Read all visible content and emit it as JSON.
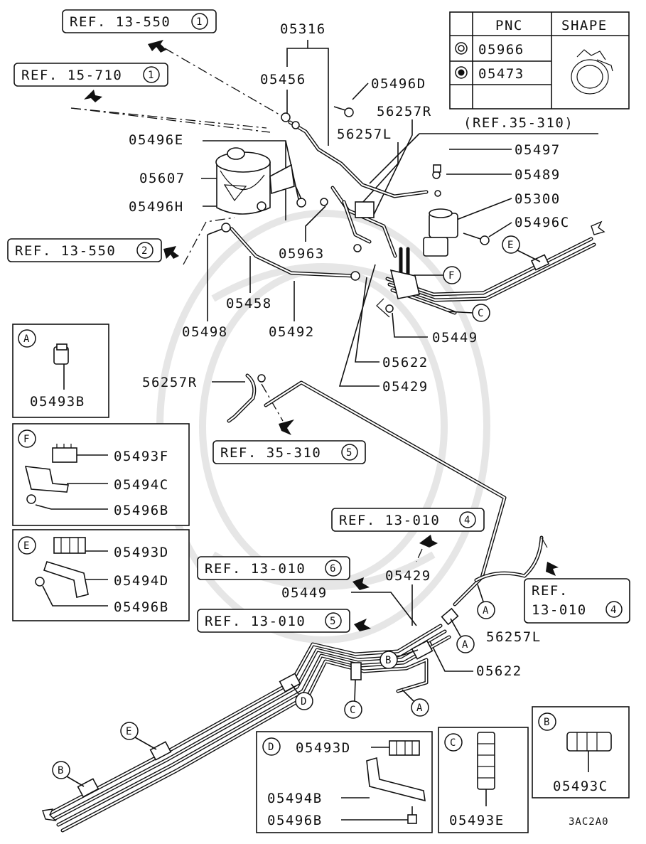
{
  "parts": {
    "p05316": "05316",
    "p05456": "05456",
    "p05496D": "05496D",
    "p56257R": "56257R",
    "p56257L": "56257L",
    "p05496E": "05496E",
    "p05497": "05497",
    "p05607": "05607",
    "p05489": "05489",
    "p05300": "05300",
    "p05496H": "05496H",
    "p05496C": "05496C",
    "p05963": "05963",
    "p05458": "05458",
    "p05498": "05498",
    "p05492": "05492",
    "p05449": "05449",
    "p05622": "05622",
    "p05429": "05429",
    "p56257R_b": "56257R",
    "p05429_b": "05429",
    "p05449_b": "05449",
    "p05622_b": "05622",
    "p56257L_b": "56257L"
  },
  "refs": {
    "r13_550_1": {
      "text": "REF. 13-550",
      "num": "1"
    },
    "r15_710_1": {
      "text": "REF. 15-710",
      "num": "1"
    },
    "r13_550_2": {
      "text": "REF. 13-550",
      "num": "2"
    },
    "r35_310_paren": "(REF.35-310)",
    "r35_310_5": {
      "text": "REF. 35-310",
      "num": "5"
    },
    "r13_010_4a": {
      "text": "REF. 13-010",
      "num": "4"
    },
    "r13_010_6": {
      "text": "REF. 13-010",
      "num": "6"
    },
    "r13_010_5": {
      "text": "REF. 13-010",
      "num": "5"
    },
    "r13_010_4b": {
      "line1": "REF.",
      "line2": "13-010",
      "num": "4"
    }
  },
  "shape_table": {
    "header_pnc": "PNC",
    "header_shape": "SHAPE",
    "rows": [
      {
        "pnc": "05966"
      },
      {
        "pnc": "05473"
      }
    ]
  },
  "callouts": {
    "A": "A",
    "B": "B",
    "C": "C",
    "D": "D",
    "E": "E",
    "F": "F"
  },
  "insets": {
    "A": {
      "letter": "A",
      "parts": [
        "05493B"
      ]
    },
    "F": {
      "letter": "F",
      "parts": [
        "05493F",
        "05494C",
        "05496B"
      ]
    },
    "E": {
      "letter": "E",
      "parts": [
        "05493D",
        "05494D",
        "05496B"
      ]
    },
    "D": {
      "letter": "D",
      "parts": [
        "05493D",
        "05494B",
        "05496B"
      ]
    },
    "C": {
      "letter": "C",
      "parts": [
        "05493E"
      ]
    },
    "B": {
      "letter": "B",
      "parts": [
        "05493C"
      ]
    }
  },
  "diagram_code": "3AC2A0"
}
